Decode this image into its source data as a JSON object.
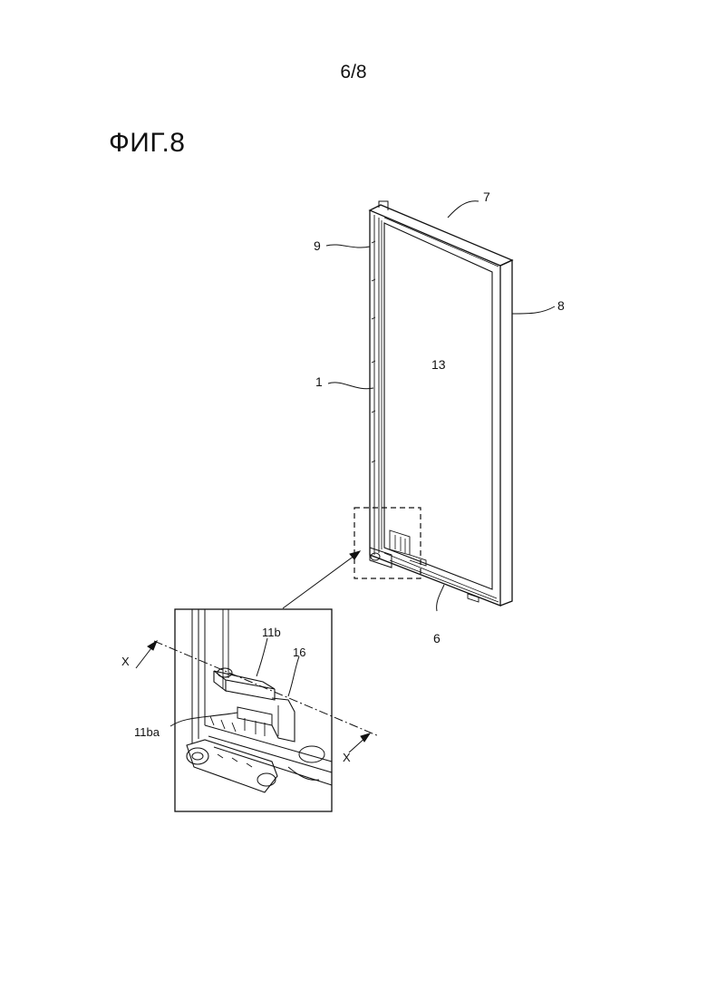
{
  "page": {
    "number": "6/8"
  },
  "figure": {
    "title": "ФИГ.8"
  },
  "labels": {
    "ref_7": "7",
    "ref_9": "9",
    "ref_8": "8",
    "ref_13": "13",
    "ref_1": "1",
    "ref_6": "6",
    "ref_11b": "11b",
    "ref_16": "16",
    "ref_11ba": "11ba",
    "section_x_left": "X",
    "section_x_right": "X"
  }
}
